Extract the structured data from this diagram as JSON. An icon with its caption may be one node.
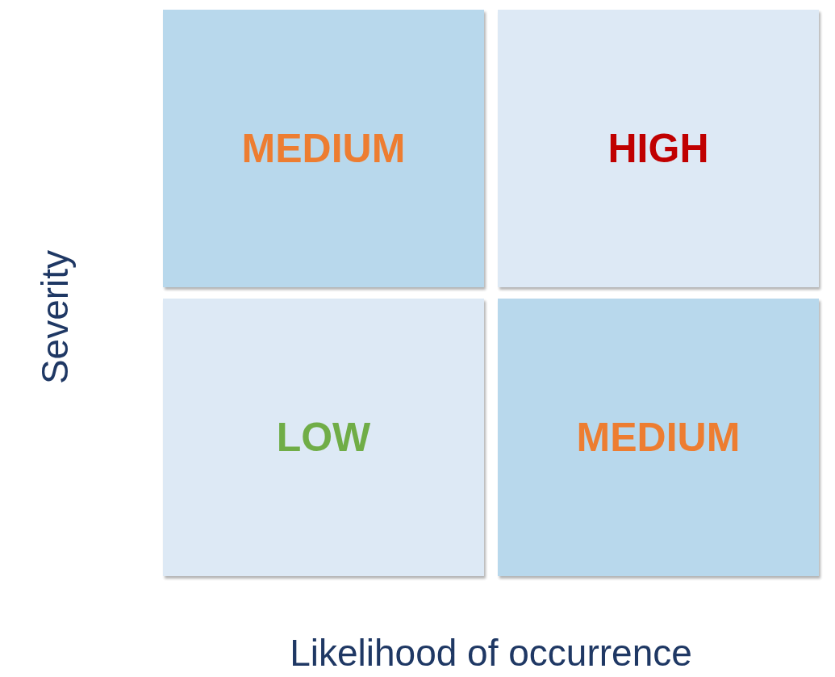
{
  "diagram": {
    "nodes": [
      {
        "text": [
          "MEDIUM"
        ]
      },
      {
        "text": [
          "HIGH"
        ]
      },
      {
        "text": [
          "LOW"
        ]
      },
      {
        "text": [
          "MEDIUM"
        ]
      }
    ],
    "labels": [
      "Severity",
      "Likelihood of occurrence"
    ]
  }
}
